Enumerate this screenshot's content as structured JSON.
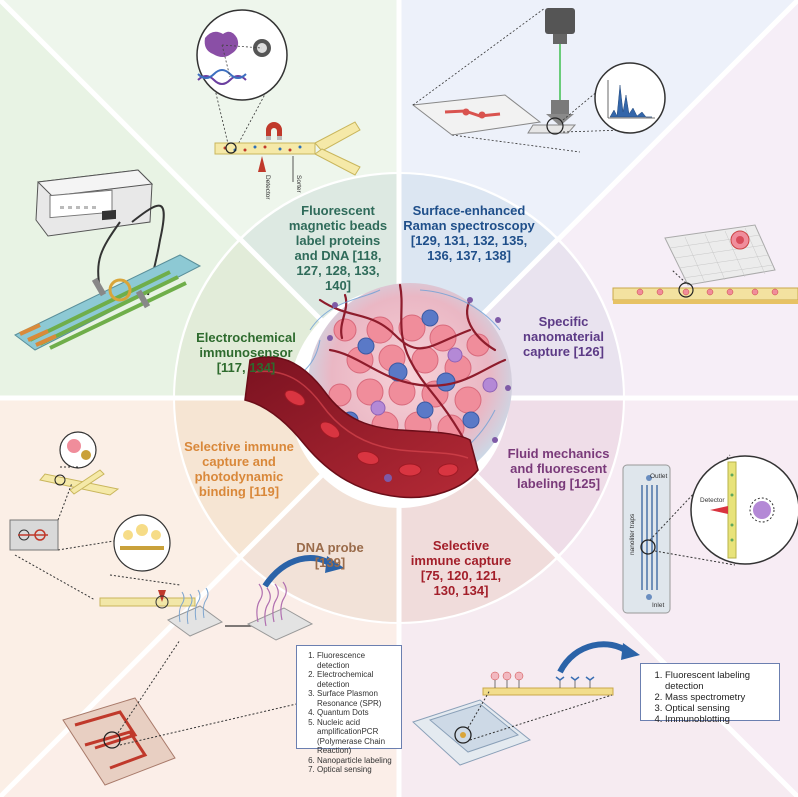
{
  "segments": {
    "magnetic": {
      "text": "Fluorescent magnetic beads label proteins and DNA [118, 127, 128, 133, 140]",
      "color": "#2f6b5a"
    },
    "sers": {
      "text": "Surface-enhanced Raman spectroscopy [129, 131, 132, 135, 136, 137, 138]",
      "color": "#1f4f8a"
    },
    "electro": {
      "text": "Electrochemical immunosensor [117, 134]",
      "color": "#2e6b2e"
    },
    "nano": {
      "text": "Specific nanomaterial capture [126]",
      "color": "#5c3a86"
    },
    "selective_photo": {
      "text": "Selective immune capture and photodynamic binding [119]",
      "color": "#d9883a"
    },
    "fluid": {
      "text": "Fluid mechanics and fluorescent labeling [125]",
      "color": "#7a3a7a"
    },
    "dna": {
      "text": "DNA probe [139]",
      "color": "#9a6b4a"
    },
    "selective": {
      "text": "Selective immune capture [75, 120, 121, 130, 134]",
      "color": "#a31f2a"
    }
  },
  "left_methods": {
    "items": [
      "Fluorescence detection",
      "Electrochemical detection",
      "Surface Plasmon Resonance (SPR)",
      "Quantum Dots",
      "Nucleic acid amplificationPCR (Polymerase Chain Reaction)",
      "Nanoparticle labeling",
      "Optical sensing"
    ]
  },
  "right_methods": {
    "items": [
      "Fluorescent labeling detection",
      "Mass spectrometry",
      "Optical sensing",
      "Immunoblotting"
    ]
  },
  "diagram_labels": {
    "detector": "Detector",
    "sorter": "Sorter",
    "outlet": "Outlet",
    "inlet": "Inlet",
    "nanoliter_traps": "nanoliter traps",
    "detector2": "Detector"
  }
}
